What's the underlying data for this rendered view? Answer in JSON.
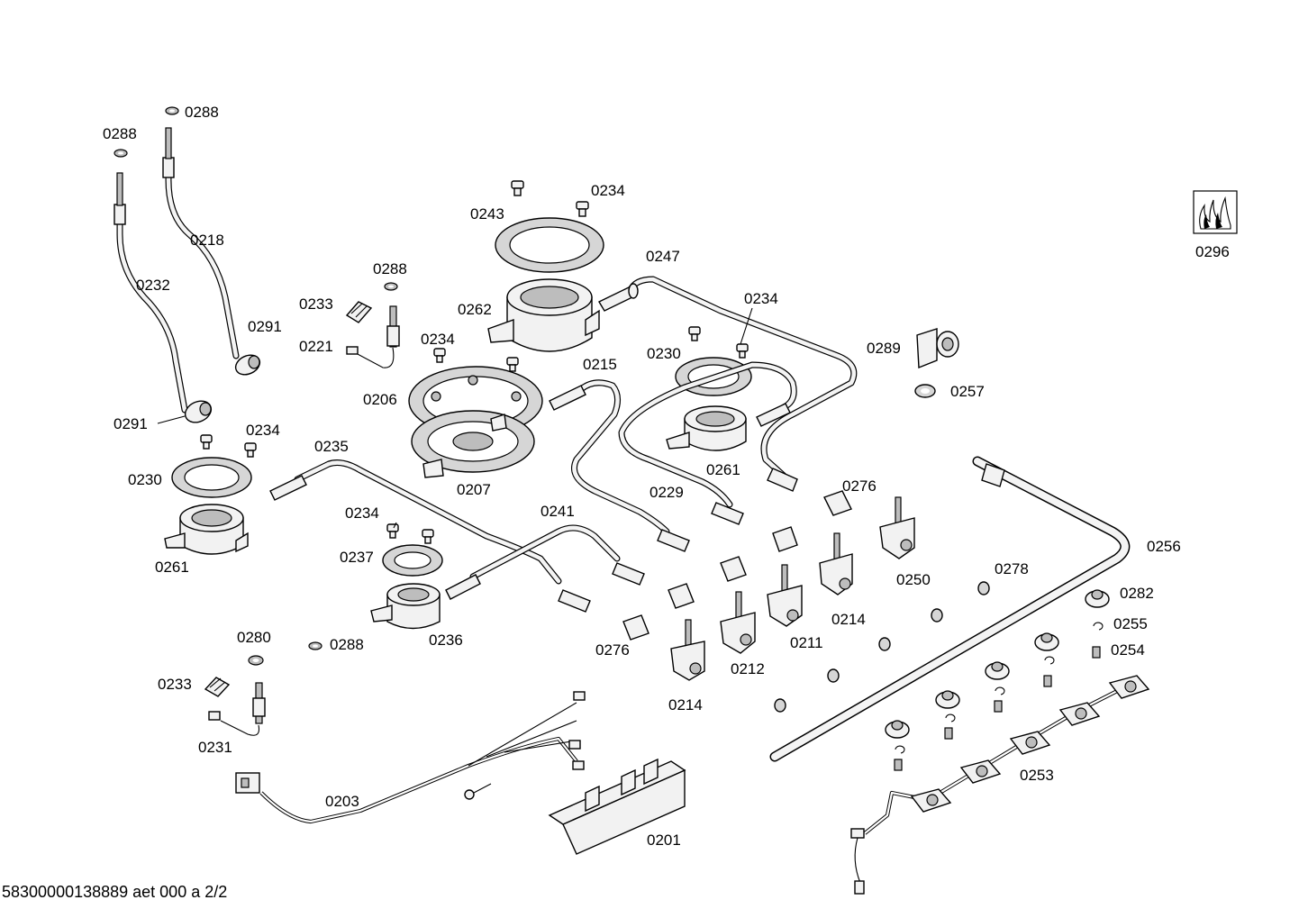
{
  "labels": {
    "p0288a": "0288",
    "p0288b": "0288",
    "p0218": "0218",
    "p0232": "0232",
    "p0291a": "0291",
    "p0291b": "0291",
    "p0234a": "0234",
    "p0230a": "0230",
    "p0261a": "0261",
    "p0243": "0243",
    "p0234b": "0234",
    "p0262": "0262",
    "p0247": "0247",
    "p0233a": "0233",
    "p0288c": "0288",
    "p0221": "0221",
    "p0234c": "0234",
    "p0206": "0206",
    "p0207": "0207",
    "p0235": "0235",
    "p0215": "0215",
    "p0230b": "0230",
    "p0234d": "0234",
    "p0261b": "0261",
    "p0229": "0229",
    "p0234e": "0234",
    "p0237": "0237",
    "p0241": "0241",
    "p0236": "0236",
    "p0276a": "0276",
    "p0276b": "0276",
    "p0250": "0250",
    "p0214a": "0214",
    "p0214b": "0214",
    "p0211": "0211",
    "p0212": "0212",
    "p0280": "0280",
    "p0288d": "0288",
    "p0233b": "0233",
    "p0231": "0231",
    "p0203": "0203",
    "p0201": "0201",
    "p0289": "0289",
    "p0257": "0257",
    "p0256": "0256",
    "p0278": "0278",
    "p0282": "0282",
    "p0255": "0255",
    "p0254": "0254",
    "p0253": "0253",
    "p0296": "0296"
  },
  "footer": "58300000138889 aet 000 a 2/2",
  "icons": [
    "gas-flame-icon"
  ]
}
